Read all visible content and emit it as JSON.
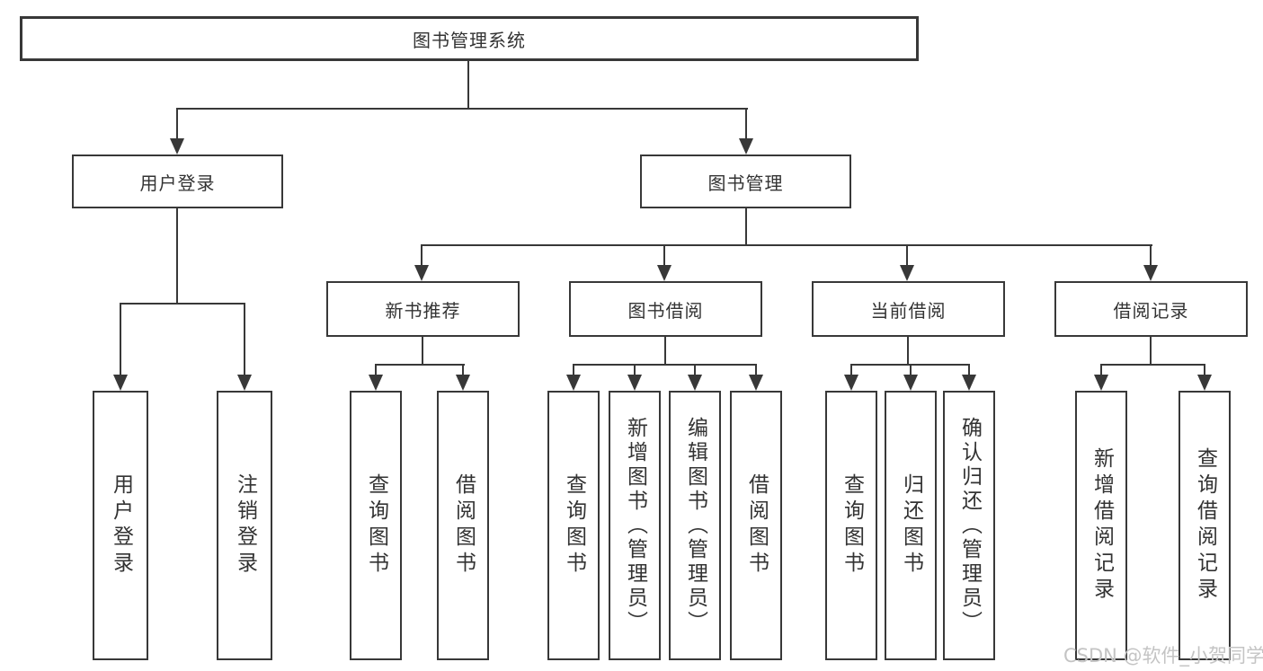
{
  "colors": {
    "line": "#383838",
    "text": "#333333",
    "box-bg": "#ffffff",
    "watermark": "#c4c4c4"
  },
  "diagram": {
    "root": {
      "label": "图书管理系统"
    },
    "level2": [
      {
        "label": "用户登录",
        "leaves": [
          {
            "label": "用户登录"
          },
          {
            "label": "注销登录"
          }
        ]
      },
      {
        "label": "图书管理",
        "groups": [
          {
            "label": "新书推荐",
            "leaves": [
              {
                "label": "查询图书"
              },
              {
                "label": "借阅图书"
              }
            ]
          },
          {
            "label": "图书借阅",
            "leaves": [
              {
                "label": "查询图书"
              },
              {
                "label": "新增图书（管理员）"
              },
              {
                "label": "编辑图书（管理员）"
              },
              {
                "label": "借阅图书"
              }
            ]
          },
          {
            "label": "当前借阅",
            "leaves": [
              {
                "label": "查询图书"
              },
              {
                "label": "归还图书"
              },
              {
                "label": "确认归还（管理员）"
              }
            ]
          },
          {
            "label": "借阅记录",
            "leaves": [
              {
                "label": "新增借阅记录"
              },
              {
                "label": "查询借阅记录"
              }
            ]
          }
        ]
      }
    ]
  },
  "watermark": {
    "text": "CSDN @软件_小贺同学"
  }
}
